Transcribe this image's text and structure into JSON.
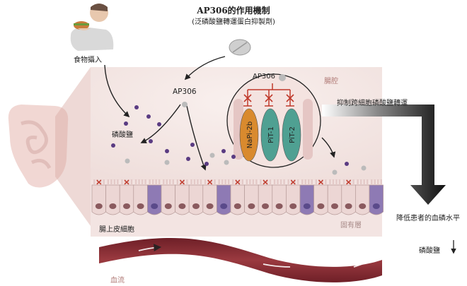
{
  "title": "AP306的作用機制",
  "subtitle": "(泛磷酸鹽轉運蛋白抑製劑)",
  "labels": {
    "food_intake": "食物攝入",
    "ap306_lumen": "AP306",
    "ap306_cell": "AP306",
    "phosphate_left": "磷酸鹽",
    "lumen": "腸腔",
    "inhibit": "抑制跨細胞磷酸鹽轉運",
    "lower_blood": "降低患者的血磷水平",
    "phosphate_right": "磷酸鹽",
    "epithelium": "腸上皮細胞",
    "lamina": "固有層",
    "blood_flow": "血流"
  },
  "transporters": [
    {
      "name": "NaPi-2b",
      "color": "#d98a2e"
    },
    {
      "name": "PiT-1",
      "color": "#4fa092"
    },
    {
      "name": "PiT-2",
      "color": "#4fa092"
    }
  ],
  "colors": {
    "lumen_bg": "#f3e7e4",
    "tissue_bg": "#f0dfdc",
    "cell": "#ecd6d4",
    "cell_purple": "#8e7ab4",
    "vessel": "#8a2f35",
    "phosphate_dot": "#5a3b82",
    "drug_dot": "#b8b8b8"
  },
  "icons": [
    "pill-icon",
    "person-eating-icon",
    "intestine-icon",
    "down-arrow-icon",
    "blocked-x-icon"
  ]
}
